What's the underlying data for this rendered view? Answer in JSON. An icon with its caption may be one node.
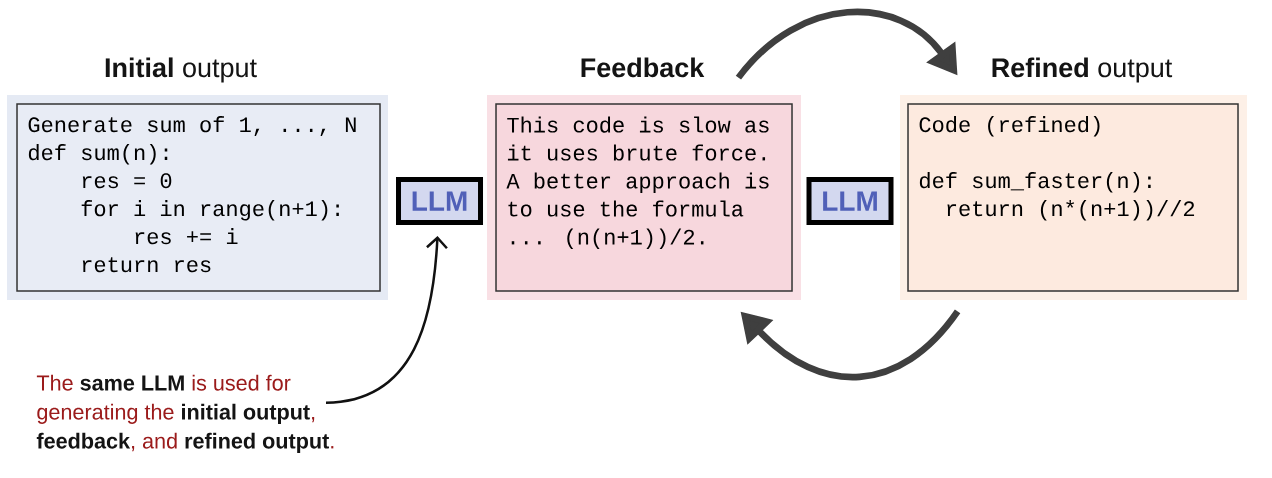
{
  "diagram": {
    "nodes": [
      {
        "text": [
          "**Initial** output",
          "Generate sum of 1, ..., N",
          "def sum(n):",
          "res = 0",
          "for i in range(n+1):",
          "res += i",
          "return res"
        ]
      },
      {
        "text": [
          "LLM"
        ]
      },
      {
        "text": [
          "Feedback",
          "This code is slow as it uses brute force. A better approach is to use the formula ... (n(n+1))/2."
        ]
      },
      {
        "text": [
          "LLM"
        ]
      },
      {
        "text": [
          "**Refined** output",
          "Code (refined)",
          "def sum_faster(n):",
          "return (n*(n+1))//2"
        ]
      },
      {
        "text": [
          "The **same LLM** is used for generating the **initial output**, **feedback**, and **refined output**."
        ]
      }
    ],
    "edges": [
      {
        "from": 2,
        "to": 4,
        "arrow": "to"
      },
      {
        "from": 4,
        "to": 2,
        "arrow": "to"
      },
      {
        "from": 5,
        "to": 1,
        "arrow": "to",
        "color": "#111111"
      }
    ]
  }
}
